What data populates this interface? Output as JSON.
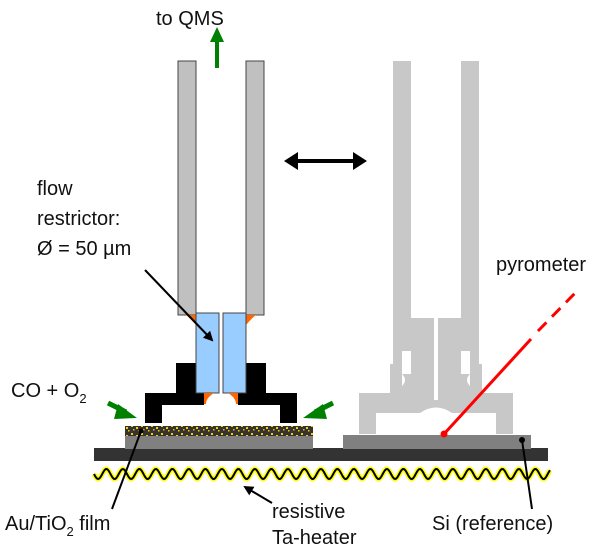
{
  "labels": {
    "to_qms": "to QMS",
    "flow_restrictor_line1": "flow",
    "flow_restrictor_line2": "restrictor:",
    "flow_restrictor_line3": "Ø = 50 µm",
    "pyrometer": "pyrometer",
    "gas_inlet_main": "CO + O",
    "gas_inlet_sub": "2",
    "film_main": "Au/TiO",
    "film_sub": "2",
    "film_suffix": " film",
    "heater_line1": "resistive",
    "heater_line2": "Ta-heater",
    "reference": "Si (reference)"
  },
  "colors": {
    "capillary_gray": "#c0c0c0",
    "capillary_ghost": "#c8c8c8",
    "restrictor_blue": "#99ccff",
    "holder_black": "#000000",
    "sealant_orange": "#ff6600",
    "substrate_gray": "#808080",
    "film_dark": "#333333",
    "film_particles": "#ffcc00",
    "base_plate": "#333333",
    "heater_wire": "#000000",
    "heater_glow": "#ffff00",
    "flow_arrow_green": "#008000",
    "pyrometer_red": "#ff0000"
  },
  "icons": {
    "flow_out": "arrow-up-icon",
    "move": "double-arrow-horizontal-icon",
    "gas_in_left": "arrow-down-right-icon",
    "gas_in_right": "arrow-down-left-icon"
  }
}
